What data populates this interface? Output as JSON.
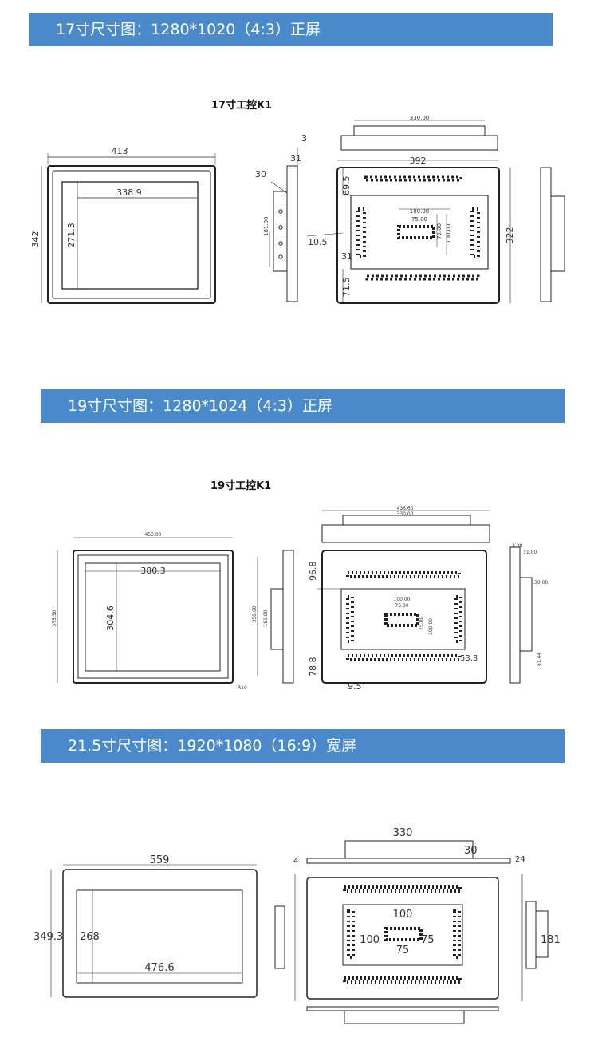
{
  "sections": [
    {
      "banner": "17寸尺寸图：1280*1020（4:3）正屏",
      "model": "17寸工控K1",
      "front": {
        "width": "413",
        "height": "342",
        "view_w": "338.9",
        "view_h": "271.3"
      },
      "side": {
        "d1": "3",
        "d2": "31",
        "d3": "30",
        "d4": "181.00",
        "d5": "10.5"
      },
      "back": {
        "top_w": "330.00",
        "w": "392",
        "top_off": "69.5",
        "h": "322",
        "off": "31",
        "bot_off": "71.5",
        "v1": "100.00",
        "v2": "75.00",
        "v3": "75.00",
        "v4": "100.00"
      }
    },
    {
      "banner": "19寸尺寸图：1280*1024（4:3）正屏",
      "model": "19寸工控K1",
      "front": {
        "width": "453.00",
        "height": "375.50",
        "view_w": "380.3",
        "view_h": "304.6",
        "corner": "R10"
      },
      "side": {
        "d1": "356.60",
        "d2": "181.00"
      },
      "back": {
        "top_w1": "436.60",
        "top_w2": "330.00",
        "top_off": "96.8",
        "bot_off": "78.8",
        "right_off": "53.3",
        "bot_w": "9.5",
        "v1": "100.00",
        "v2": "75.00",
        "v3": "75.00",
        "v4": "100.00"
      },
      "side2": {
        "d1": "3.00",
        "d2": "31.00",
        "d3": "30.00",
        "d4": "81.44"
      }
    },
    {
      "banner": "21.5寸尺寸图：1920*1080（16:9）宽屏",
      "front": {
        "width": "559",
        "view_w": "476.6",
        "height": "349.3",
        "view_h": "268"
      },
      "top": {
        "w": "330",
        "d1": "30",
        "d2": "4",
        "d3": "24"
      },
      "back": {
        "v1": "100",
        "v2": "100",
        "v3": "75",
        "v4": "75"
      },
      "side2": {
        "d": "181"
      }
    }
  ]
}
